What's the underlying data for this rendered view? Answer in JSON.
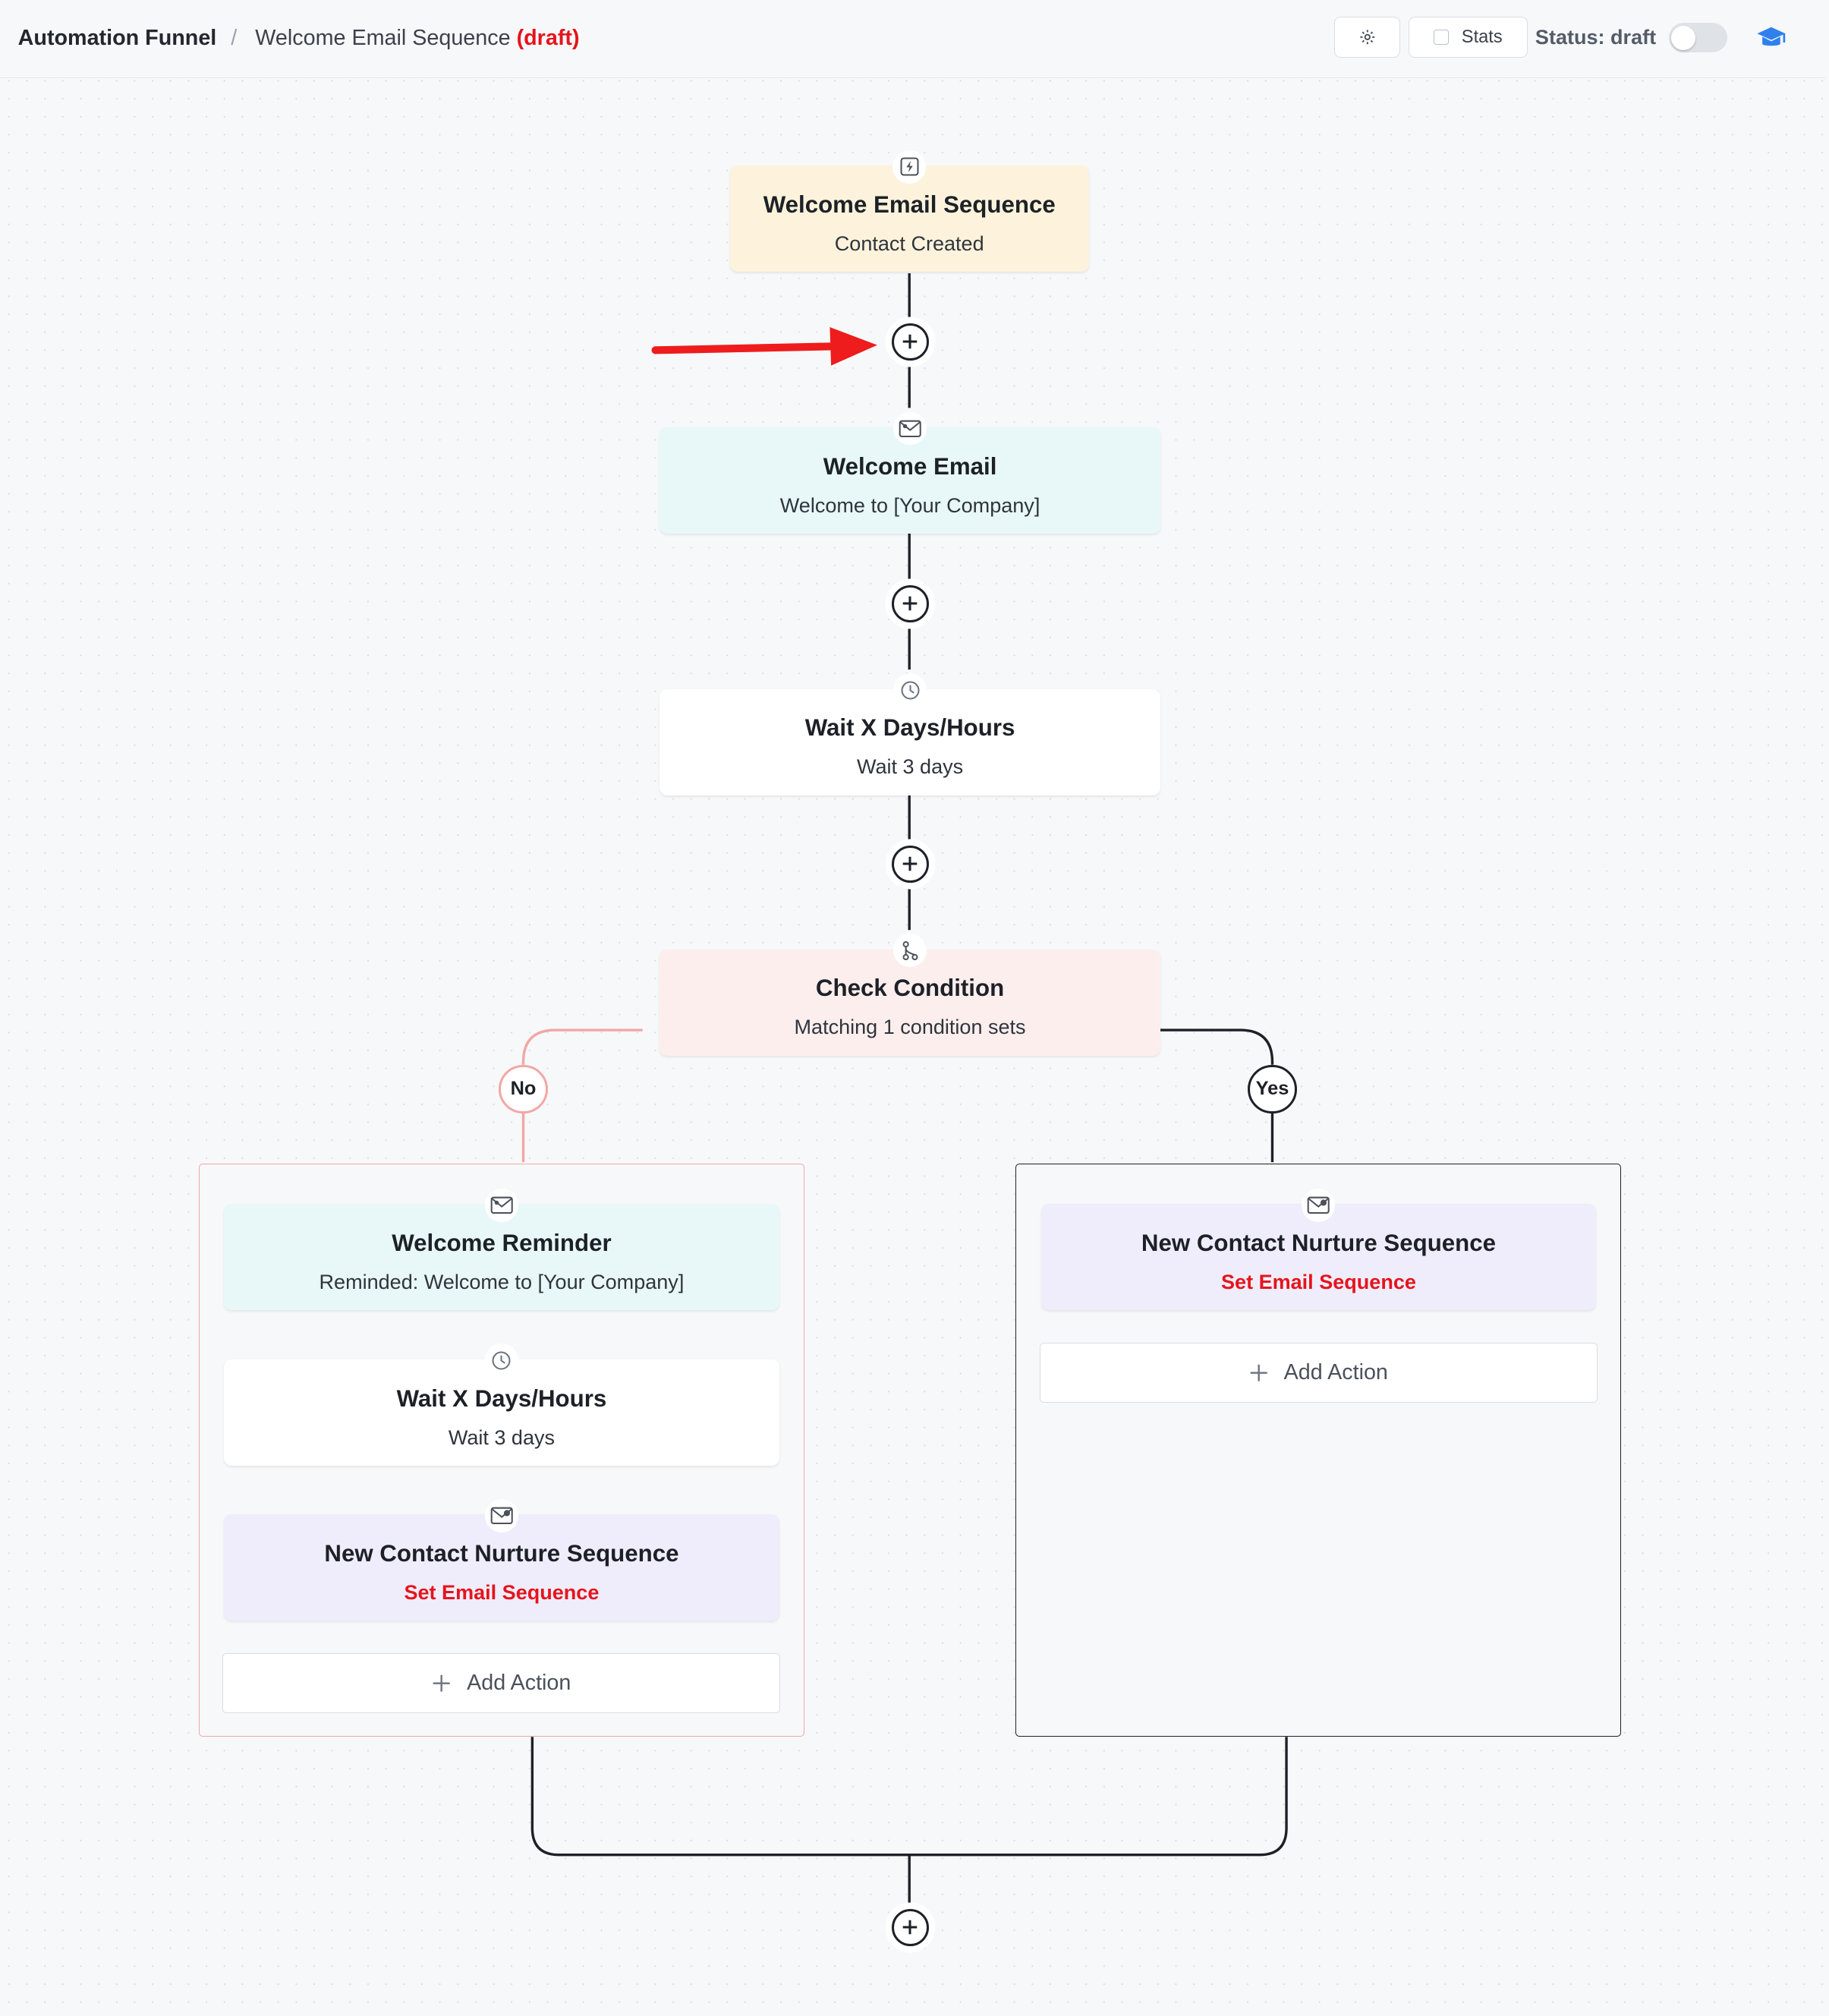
{
  "header": {
    "breadcrumb_root": "Automation Funnel",
    "breadcrumb_separator": "/",
    "page_title": "Welcome Email Sequence",
    "page_status": "(draft)",
    "settings_icon": "gear-icon",
    "stats_label": "Stats",
    "status_label": "Status: draft",
    "status_toggle_on": false,
    "help_icon": "graduation-cap-icon"
  },
  "flow": {
    "trigger": {
      "title": "Welcome Email Sequence",
      "subtitle": "Contact Created",
      "icon": "lightning-icon"
    },
    "step_1": {
      "title": "Welcome Email",
      "subtitle": "Welcome to [Your Company]",
      "icon": "email-icon"
    },
    "step_2": {
      "title": "Wait X Days/Hours",
      "subtitle": "Wait 3 days",
      "icon": "clock-icon"
    },
    "condition": {
      "title": "Check Condition",
      "subtitle": "Matching 1 condition sets",
      "icon": "branch-icon"
    },
    "no_branch": {
      "label": "No",
      "steps": [
        {
          "title": "Welcome Reminder",
          "subtitle": "Reminded: Welcome to [Your Company]",
          "icon": "email-icon"
        },
        {
          "title": "Wait X Days/Hours",
          "subtitle": "Wait 3 days",
          "icon": "clock-icon"
        },
        {
          "title": "New Contact Nurture Sequence",
          "subtitle": "Set Email Sequence",
          "icon": "email-sequence-icon"
        }
      ],
      "add_action_label": "Add Action"
    },
    "yes_branch": {
      "label": "Yes",
      "steps": [
        {
          "title": "New Contact Nurture Sequence",
          "subtitle": "Set Email Sequence",
          "icon": "email-sequence-icon"
        }
      ],
      "add_action_label": "Add Action"
    }
  },
  "colors": {
    "trigger_bg": "#fdf3dc",
    "email_bg": "#e8f8f8",
    "wait_bg": "#ffffff",
    "condition_bg": "#fdeeee",
    "sequence_bg": "#efedfb",
    "accent_red": "#e5141d",
    "no_branch": "#f2a7a4",
    "yes_branch": "#1d2127"
  }
}
